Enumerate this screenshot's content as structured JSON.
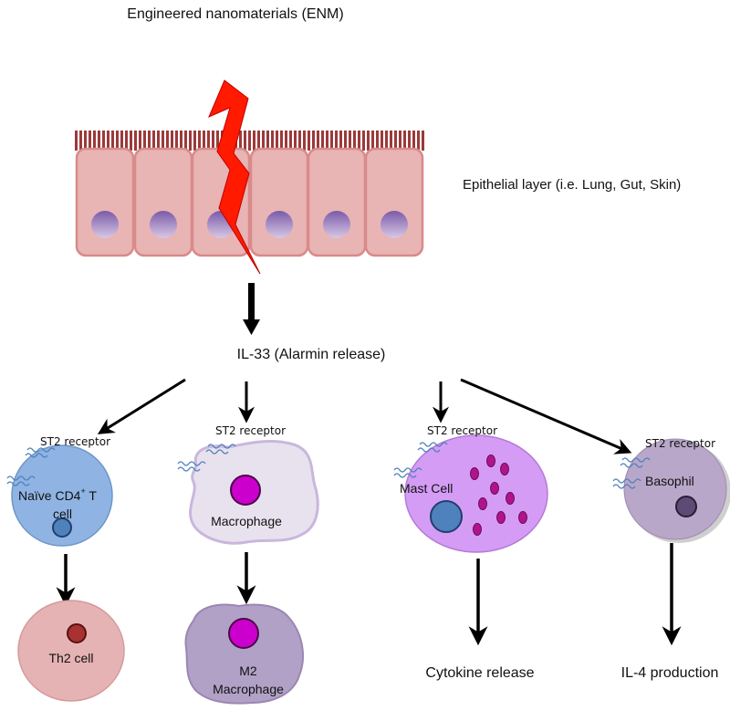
{
  "title": "Engineered nanomaterials (ENM)",
  "epithelium": {
    "label": "Epithelial layer (i.e. Lung, Gut, Skin)"
  },
  "alarmin": {
    "label": "IL-33 (Alarmin release)"
  },
  "receptor_label": "ST2 receptor",
  "cells": {
    "naive_t": {
      "line1": "Naïve CD4",
      "sup": "+",
      "line1b": " T",
      "line2": "cell"
    },
    "macrophage": {
      "label": "Macrophage"
    },
    "mast": {
      "label": "Mast Cell"
    },
    "basophil": {
      "label": "Basophil"
    }
  },
  "outcomes": {
    "th2": "Th2 cell",
    "m2_line1": "M2",
    "m2_line2": "Macrophage",
    "cytokine": "Cytokine release",
    "il4": "IL-4 production"
  },
  "colors": {
    "epithelial_cell": "#e8b4b4",
    "epithelial_border": "#d98a8a",
    "cilia": "#9b3a3a",
    "nucleus_top": "#7a5aa8",
    "lightning": "#ff1a00",
    "naive_t": "#8fb4e3",
    "macrophage": "#e8e2ee",
    "mast_cell": "#d59cf5",
    "basophil": "#b9a7c9",
    "th2": "#e5b3b3",
    "m2": "#b2a1c7",
    "granule": "#b0148c",
    "nucleus_magenta": "#cc00cc",
    "nucleus_blue": "#4f81bd"
  }
}
